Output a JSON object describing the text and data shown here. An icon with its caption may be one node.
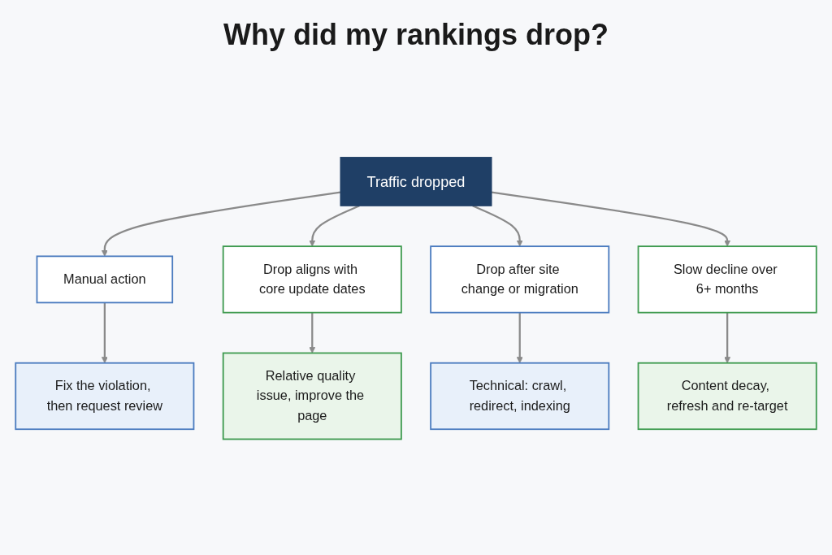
{
  "diagram": {
    "title": "Why did my rankings drop?",
    "nodes": [
      {
        "text": [
          "Traffic dropped"
        ]
      },
      {
        "text": [
          "Manual action"
        ]
      },
      {
        "text": [
          "Drop aligns with core update dates"
        ]
      },
      {
        "text": [
          "Drop after site change or migration"
        ]
      },
      {
        "text": [
          "Slow decline over 6+ months"
        ]
      },
      {
        "text": [
          "Fix the violation, then request review"
        ]
      },
      {
        "text": [
          "Relative quality issue, improve the page"
        ]
      },
      {
        "text": [
          "Technical: crawl, redirect, indexing"
        ]
      },
      {
        "text": [
          "Content decay, refresh and re-target"
        ]
      }
    ],
    "edges": [
      {
        "from": 0,
        "to": 1,
        "arrow": "to"
      },
      {
        "from": 0,
        "to": 2,
        "arrow": "to"
      },
      {
        "from": 0,
        "to": 3,
        "arrow": "to"
      },
      {
        "from": 0,
        "to": 4,
        "arrow": "to"
      },
      {
        "from": 1,
        "to": 5,
        "arrow": "to"
      },
      {
        "from": 2,
        "to": 6,
        "arrow": "to"
      },
      {
        "from": 3,
        "to": 7,
        "arrow": "to"
      },
      {
        "from": 4,
        "to": 8,
        "arrow": "to"
      }
    ]
  }
}
